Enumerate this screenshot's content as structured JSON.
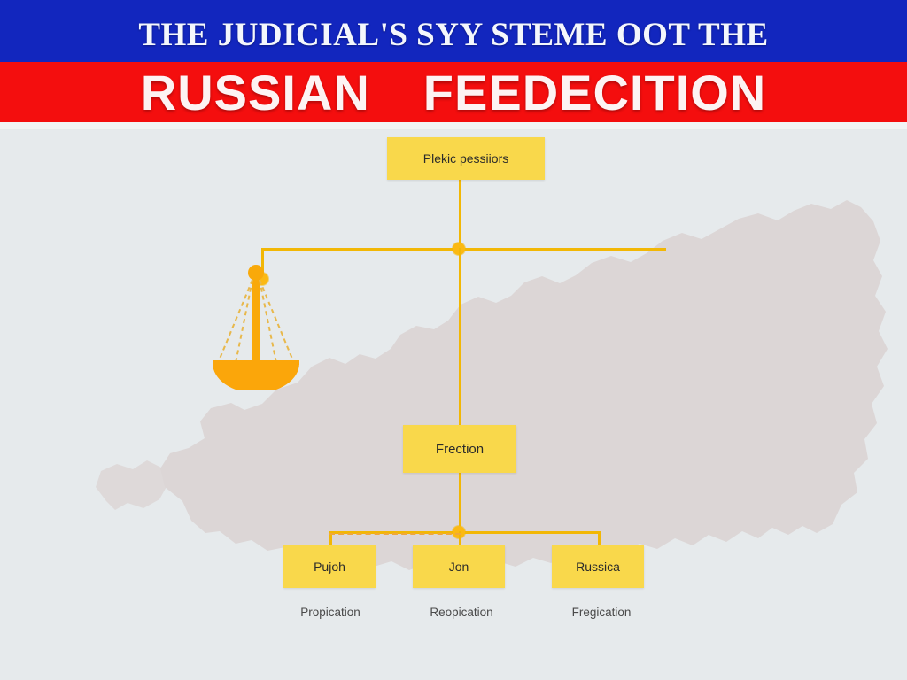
{
  "header": {
    "line1": "THE JUDICIAL'S SYY STEME OOT THE",
    "line2_word1": "RUSSIAN",
    "line2_word2": "FEEDECITION",
    "blue_color": "#1226BE",
    "red_color": "#F40E0E",
    "text_color": "#FFFFFF"
  },
  "diagram": {
    "background_color": "#E6EAEC",
    "map_color": "#DCD6D6",
    "accent_color": "#F2B705",
    "box_fill": "#F9D84B",
    "node_dot_color": "#FBB913",
    "top_node": {
      "label": "Plekic pessiiors"
    },
    "mid_node": {
      "label": "Frection"
    },
    "leaf_nodes": [
      {
        "label": "Pujoh",
        "caption": "Propication"
      },
      {
        "label": "Jon",
        "caption": "Reopication"
      },
      {
        "label": "Russica",
        "caption": "Fregication"
      }
    ],
    "icon": {
      "name": "scales-of-justice-icon"
    }
  }
}
